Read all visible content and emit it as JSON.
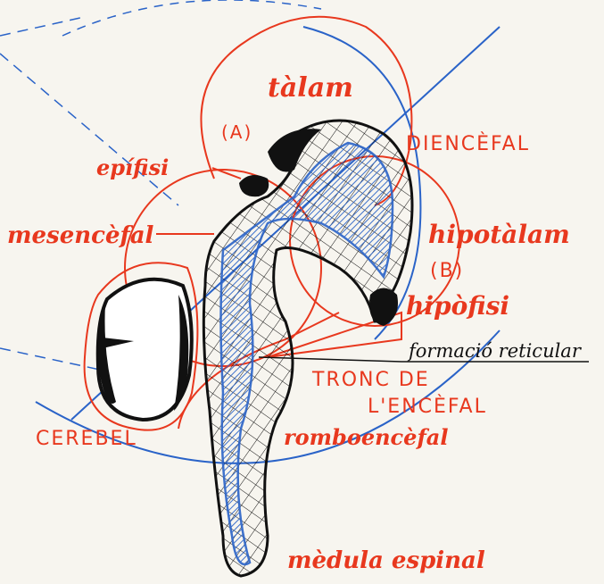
{
  "labels": {
    "talam": "tàlam",
    "a_marker": "(A)",
    "diencefal": "DIENCÈFAL",
    "epifisi": "epífisi",
    "mesencefal": "mesencèfal",
    "hipotalam": "hipotàlam",
    "b_marker": "(B)",
    "hipofisi": "hipòfisi",
    "formacio_reticular": "formació reticular",
    "tronc_line1": "TRONC DE",
    "tronc_line2": "L'ENCÈFAL",
    "cerebel": "CEREBEL",
    "romboencefal": "romboencèfal",
    "medula_espinal": "mèdula espinal"
  },
  "colors": {
    "red": "#e8381e",
    "blue": "#2a63c8",
    "ink": "#111111",
    "paper": "#f7f5ef"
  }
}
